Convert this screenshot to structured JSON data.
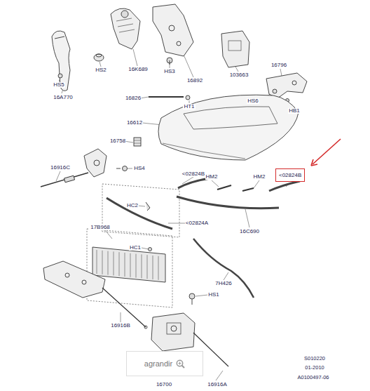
{
  "diagram": {
    "nodes": [
      {
        "text": [
          "<02824B"
        ]
      },
      {
        "text": [
          "agrandir"
        ]
      }
    ],
    "labels": [
      "16A770",
      "HS5",
      "HS2",
      "16K689",
      "HS3",
      "16892",
      "103663",
      "16796",
      "16826",
      "HT1",
      "HS6",
      "HB1",
      "16612",
      "16758",
      "16916C",
      "HS4",
      "<02824B",
      "HM2",
      "HM2",
      "HC2",
      "<02824A",
      "16C690",
      "17B968",
      "HC1",
      "7H426",
      "HS1",
      "16916B",
      "16700",
      "16916A",
      "S010220",
      "01-2010",
      "A0100497-06"
    ]
  }
}
